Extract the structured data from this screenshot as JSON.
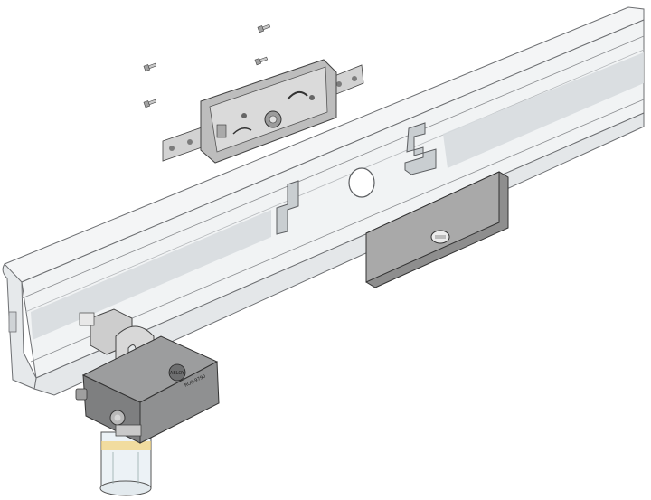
{
  "illustration": {
    "colors": {
      "background": "#ffffff",
      "rail_fill": "#f4f5f6",
      "rail_shade": "#dfe3e6",
      "rail_line": "#6d6f72",
      "metal_light": "#c8c8c8",
      "metal_mid": "#a2a2a2",
      "metal_dark": "#7c7c7c",
      "lock_body": "#8f9091",
      "cylinder_glass": "#ecf2f6",
      "cylinder_band": "#f3d37a"
    },
    "parts": [
      "rail-profile",
      "lock-case",
      "mounting-screws",
      "cover-plate",
      "padlock-unit",
      "pin-cylinder"
    ],
    "padlock_brand_mark": "ABLOY",
    "padlock_model_text": "ROR-9790"
  }
}
